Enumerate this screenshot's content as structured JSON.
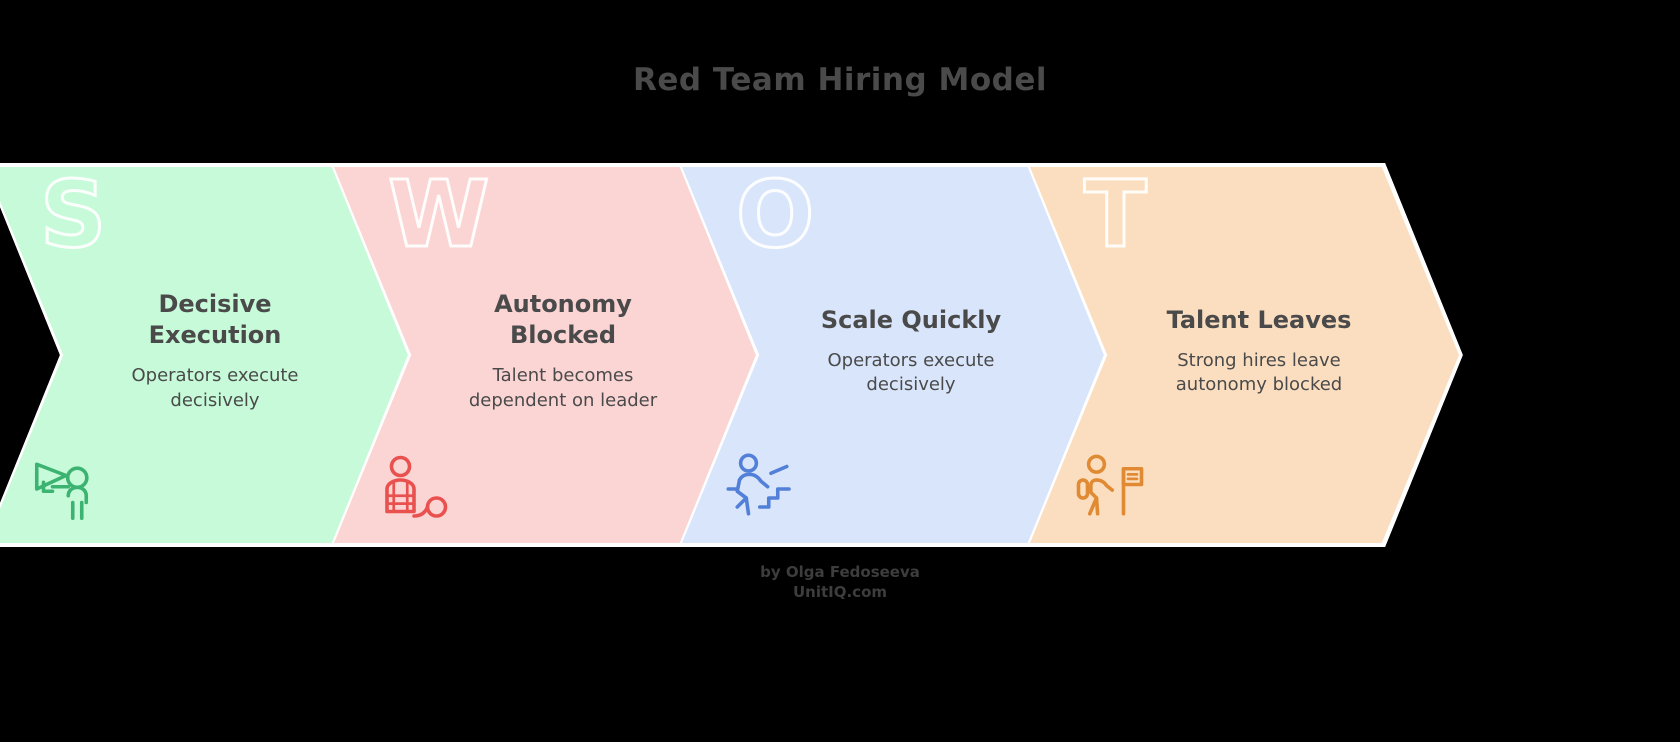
{
  "background_color": "#000000",
  "title": "Red Team Hiring Model",
  "title_color": "#4a4a4a",
  "credit": {
    "line1": "by Olga Fedoseeva",
    "line2": "UnitIQ.com"
  },
  "panels": [
    {
      "watermark": "S",
      "heading": "Decisive Execution",
      "heading_line1": "Decisive",
      "heading_line2": "Execution",
      "body": "Operators execute decisively",
      "body_line1": "Operators execute",
      "body_line2": "decisively",
      "fill_color": "#C6FAD9",
      "icon_color": "#3cb371",
      "icon_name": "person-with-megaphone-icon"
    },
    {
      "watermark": "W",
      "heading": "Autonomy Blocked",
      "heading_line1": "Autonomy",
      "heading_line2": "Blocked",
      "body": "Talent becomes dependent on leader",
      "body_line1": "Talent becomes",
      "body_line2": "dependent on leader",
      "fill_color": "#FBD4D4",
      "icon_color": "#e9514f",
      "icon_name": "person-trapped-in-net-icon"
    },
    {
      "watermark": "O",
      "heading": "Scale Quickly",
      "heading_line1": "Scale Quickly",
      "heading_line2": "",
      "body": "Operators execute decisively",
      "body_line1": "Operators execute",
      "body_line2": "decisively",
      "fill_color": "#D9E5FB",
      "icon_color": "#5280d8",
      "icon_name": "person-climbing-stairs-icon"
    },
    {
      "watermark": "T",
      "heading": "Talent Leaves",
      "heading_line1": "Talent Leaves",
      "heading_line2": "",
      "body": "Strong hires leave autonomy blocked",
      "body_line1": "Strong hires leave",
      "body_line2": "autonomy blocked",
      "fill_color": "#FBDEBF",
      "icon_color": "#e08a33",
      "icon_name": "person-walking-away-with-sign-icon"
    }
  ]
}
